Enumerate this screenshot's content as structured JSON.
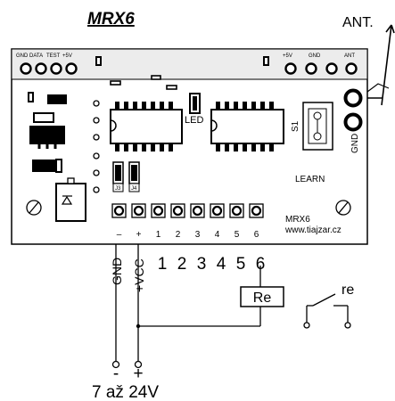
{
  "title": "MRX6",
  "antenna_label": "ANT.",
  "top_header_left": [
    "GND",
    "DATA",
    "TEST",
    "+5V"
  ],
  "top_header_right": [
    "+5V",
    "GND",
    "ANT"
  ],
  "led_label": "LED",
  "s1_label": "S1",
  "gnd_side_label": "GND",
  "learn_label": "LEARN",
  "jumper_labels": [
    "J3",
    "J4"
  ],
  "terminal_labels": [
    "–",
    "+",
    "1",
    "2",
    "3",
    "4",
    "5",
    "6"
  ],
  "board_name": "MRX6",
  "board_url": "www.tiajzar.cz",
  "wire_labels": {
    "gnd": "GND",
    "vcc": "+VCC"
  },
  "output_numbers": [
    "1",
    "2",
    "3",
    "4",
    "5",
    "6"
  ],
  "relay_box_label": "Re",
  "relay_contact_label": "re",
  "power_polarity": {
    "minus": "-",
    "plus": "+"
  },
  "power_range": "7 až 24V"
}
